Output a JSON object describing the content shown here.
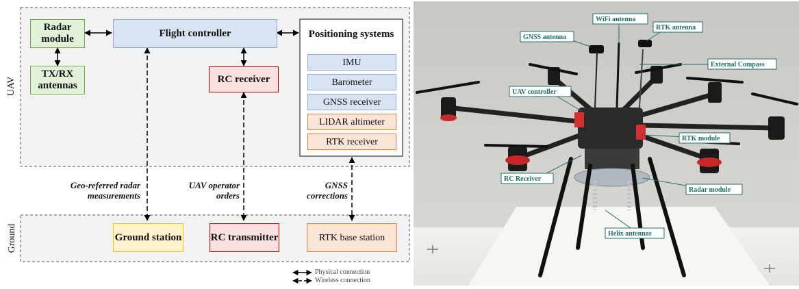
{
  "diagram": {
    "section_uav": "UAV",
    "section_ground": "Ground",
    "blocks": {
      "radar_module": "Radar module",
      "txrx_antennas": "TX/RX antennas",
      "flight_controller": "Flight controller",
      "positioning_systems": "Positioning systems",
      "rc_receiver": "RC receiver",
      "ground_station": "Ground station",
      "rc_transmitter": "RC transmitter",
      "rtk_base_station": "RTK base station"
    },
    "positioning_items": [
      "IMU",
      "Barometer",
      "GNSS receiver",
      "LIDAR altimeter",
      "RTK receiver"
    ],
    "links": {
      "georeferred": "Geo-referred radar measurements",
      "operator_orders": "UAV operator orders",
      "gnss_corrections": "GNSS corrections"
    },
    "legend": {
      "physical": "Physical connection",
      "wireless": "Wireless connection"
    },
    "colors": {
      "green": "#70ad47",
      "blue": "#8faadc",
      "red": "#c00000",
      "yellow": "#ffc000",
      "orange": "#ed7d31"
    }
  },
  "photo": {
    "callouts": {
      "wifi_antenna": "WiFi antenna",
      "gnss_antenna": "GNSS antenna",
      "rtk_antenna": "RTK antenna",
      "external_compass": "External Compass",
      "uav_controller": "UAV controller",
      "rtk_module": "RTK module",
      "rc_receiver": "RC Receiver",
      "radar_module": "Radar module",
      "helix_antennas": "Helix antennas"
    }
  }
}
